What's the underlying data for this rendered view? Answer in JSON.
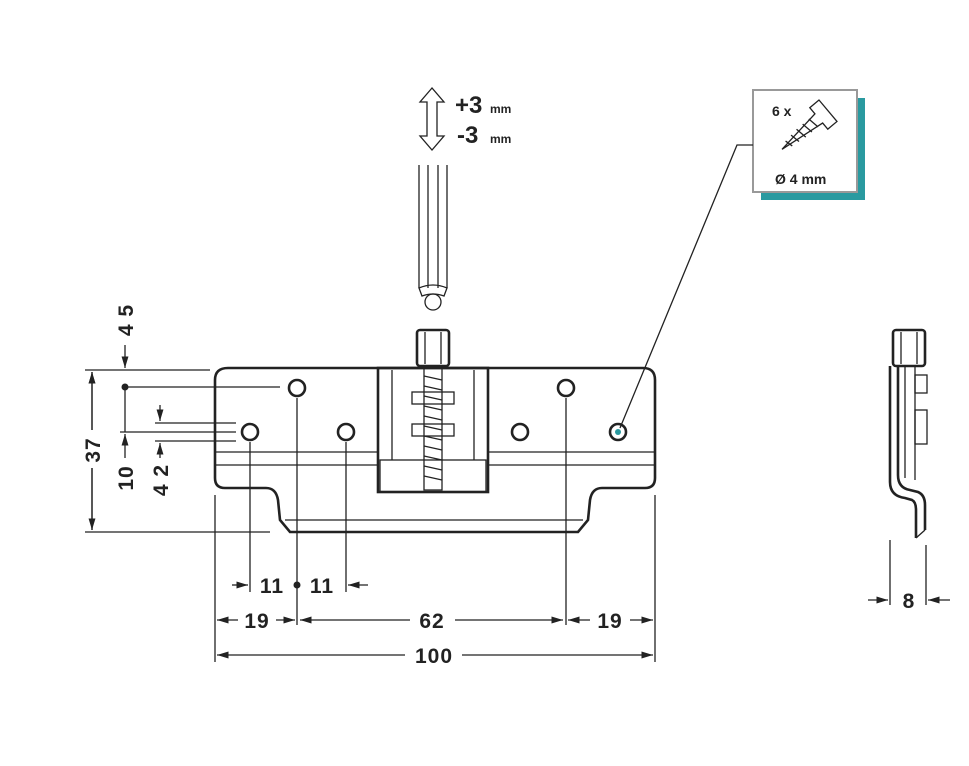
{
  "adjustment": {
    "plus_value": "+3",
    "plus_unit": "mm",
    "minus_value": "-3",
    "minus_unit": "mm"
  },
  "screw_callout": {
    "quantity": "6 x",
    "diameter": "Ø 4 mm"
  },
  "colors": {
    "accent": "#2a9aa0",
    "line": "#222222"
  },
  "dimensions": {
    "top_offset": "4 5",
    "height": "37",
    "hole_offset": "10",
    "hole_spacing_v": "4 2",
    "left_half": "11",
    "right_half": "11",
    "left_edge": "19",
    "center_span": "62",
    "right_edge": "19",
    "total_width": "100",
    "side_depth": "8"
  }
}
